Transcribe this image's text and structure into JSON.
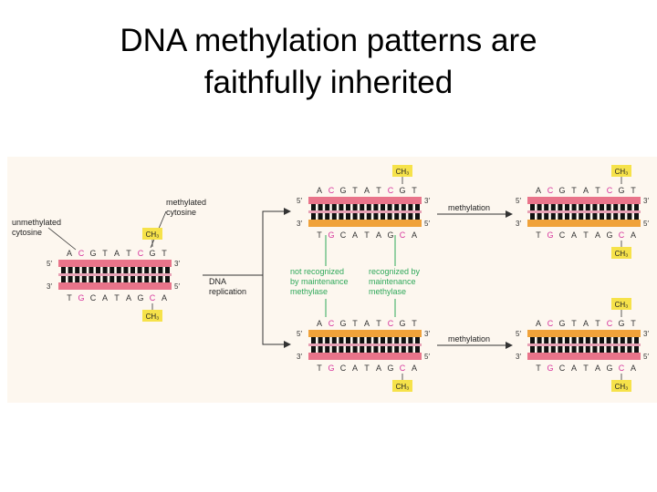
{
  "slide": {
    "title_line1": "DNA methylation patterns are",
    "title_line2": "faithfully inherited"
  },
  "figure": {
    "seq_top": [
      "A",
      "C",
      "G",
      "T",
      "A",
      "T",
      "C",
      "G",
      "T"
    ],
    "seq_bottom": [
      "T",
      "G",
      "C",
      "A",
      "T",
      "A",
      "G",
      "C",
      "A"
    ],
    "labels": {
      "unmethylated_cytosine_1": "unmethylated",
      "unmethylated_cytosine_2": "cytosine",
      "methylated_cytosine_1": "methylated",
      "methylated_cytosine_2": "cytosine",
      "dna_replication_1": "DNA",
      "dna_replication_2": "replication",
      "not_recognized_1": "not recognized",
      "not_recognized_2": "by maintenance",
      "not_recognized_3": "methylase",
      "recognized_1": "recognized by",
      "recognized_2": "maintenance",
      "recognized_3": "methylase",
      "methylation_top": "methylation",
      "methylation_bottom": "methylation"
    },
    "ch3": "CH₃",
    "prime5": "5′",
    "prime3": "3′",
    "colors": {
      "parental_strand": "#e9748a",
      "new_strand": "#f0a23a",
      "methylated_base": "#d6339b",
      "ch3_box": "#f6e24a",
      "label_green": "#2fa85a",
      "background": "#fdf7ef"
    }
  }
}
